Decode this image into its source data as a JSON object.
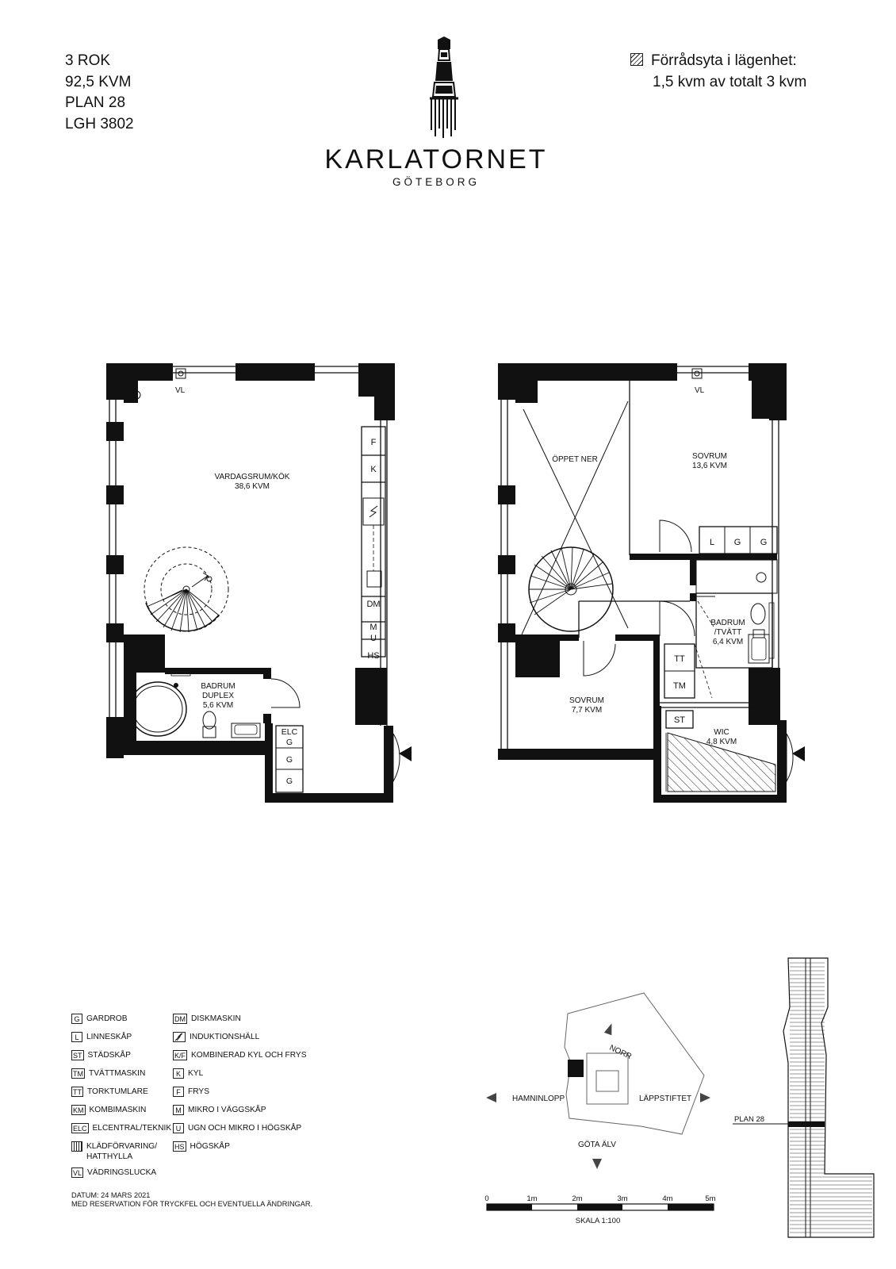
{
  "apartment": {
    "type": "3 ROK",
    "area": "92,5 KVM",
    "floor": "PLAN 28",
    "unit": "LGH 3802"
  },
  "storage_note": {
    "line1": "Förrådsyta i lägenhet:",
    "line2": "1,5 kvm av totalt 3 kvm"
  },
  "brand": {
    "name": "KARLATORNET",
    "city": "GÖTEBORG"
  },
  "lower_floor": {
    "living_name": "VARDAGSRUM/KÖK",
    "living_area": "38,6 KVM",
    "bath_name": "BADRUM",
    "bath_sub": "DUPLEX",
    "bath_area": "5,6 KVM",
    "vl": "VL",
    "f": "F",
    "k": "K",
    "dm": "DM",
    "m": "M",
    "u": "U",
    "hs": "HS",
    "elc": "ELC",
    "g": "G"
  },
  "upper_floor": {
    "open_label": "ÖPPET NER",
    "bed1_name": "SOVRUM",
    "bed1_area": "13,6 KVM",
    "bed2_name": "SOVRUM",
    "bed2_area": "7,7 KVM",
    "bath_name": "BADRUM",
    "bath_sub": "/TVÄTT",
    "bath_area": "6,4 KVM",
    "wic_name": "WIC",
    "wic_area": "4,8 KVM",
    "vl": "VL",
    "l": "L",
    "g": "G",
    "tt": "TT",
    "tm": "TM",
    "st": "ST"
  },
  "legend_left": [
    {
      "code": "G",
      "label": "GARDROB"
    },
    {
      "code": "L",
      "label": "LINNESKÅP"
    },
    {
      "code": "ST",
      "label": "STÄDSKÅP"
    },
    {
      "code": "TM",
      "label": "TVÄTTMASKIN"
    },
    {
      "code": "TT",
      "label": "TORKTUMLARE"
    },
    {
      "code": "KM",
      "label": "KOMBIMASKIN"
    },
    {
      "code": "ELC",
      "label": "ELCENTRAL/TEKNIK"
    },
    {
      "code": "",
      "label": "KLÄDFÖRVARING/",
      "label2": "HATTHYLLA"
    },
    {
      "code": "VL",
      "label": "VÄDRINGSLUCKA"
    }
  ],
  "legend_right": [
    {
      "code": "DM",
      "label": "DISKMASKIN"
    },
    {
      "code": "",
      "label": "INDUKTIONSHÄLL"
    },
    {
      "code": "K/F",
      "label": "KOMBINERAD KYL OCH FRYS"
    },
    {
      "code": "K",
      "label": "KYL"
    },
    {
      "code": "F",
      "label": "FRYS"
    },
    {
      "code": "M",
      "label": "MIKRO I VÄGGSKÅP"
    },
    {
      "code": "U",
      "label": "UGN OCH MIKRO I HÖGSKÅP"
    },
    {
      "code": "HS",
      "label": "HÖGSKÅP"
    }
  ],
  "footer": {
    "date": "DATUM: 24 MARS 2021",
    "disclaimer": "MED RESERVATION FÖR TRYCKFEL OCH EVENTUELLA ÄNDRINGAR."
  },
  "site_map": {
    "north": "NORR",
    "west": "HAMNINLOPP",
    "east": "LÄPPSTIFTET",
    "south": "GÖTA ÄLV"
  },
  "scale_bar": {
    "ticks": [
      "0",
      "1m",
      "2m",
      "3m",
      "4m",
      "5m"
    ],
    "label": "SKALA 1:100"
  },
  "elevation": {
    "floor_label": "PLAN 28"
  }
}
